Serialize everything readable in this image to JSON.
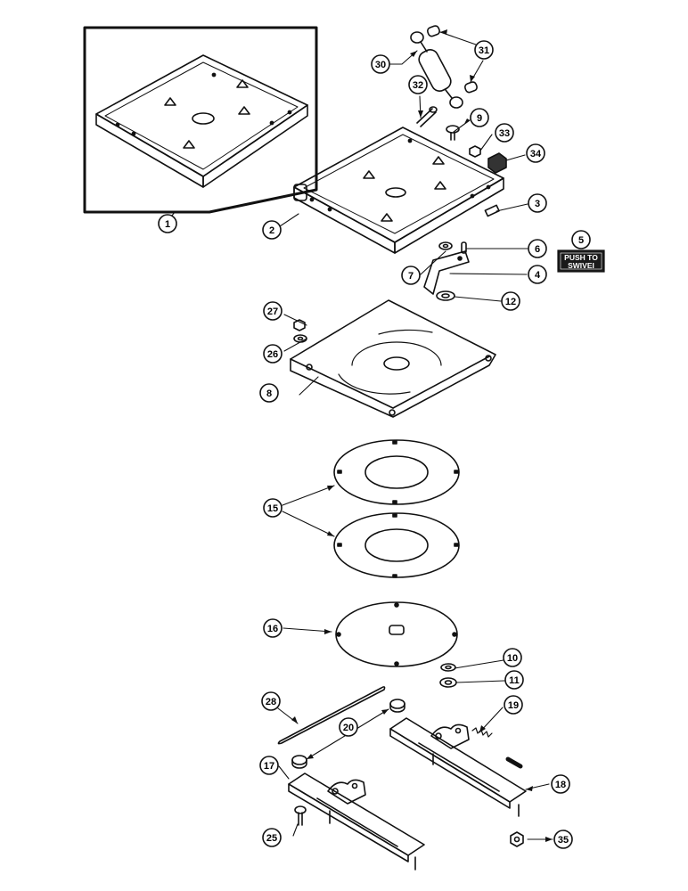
{
  "figure": {
    "kind": "exploded-parts-diagram",
    "subject": "seat swivel assembly"
  },
  "callouts": [
    {
      "id": "c1",
      "number": "1"
    },
    {
      "id": "c2",
      "number": "2"
    },
    {
      "id": "c3",
      "number": "3"
    },
    {
      "id": "c4",
      "number": "4"
    },
    {
      "id": "c5",
      "number": "5"
    },
    {
      "id": "c6",
      "number": "6"
    },
    {
      "id": "c7",
      "number": "7"
    },
    {
      "id": "c8",
      "number": "8"
    },
    {
      "id": "c9",
      "number": "9"
    },
    {
      "id": "c10",
      "number": "10"
    },
    {
      "id": "c11",
      "number": "11"
    },
    {
      "id": "c12",
      "number": "12"
    },
    {
      "id": "c15",
      "number": "15"
    },
    {
      "id": "c16",
      "number": "16"
    },
    {
      "id": "c17",
      "number": "17"
    },
    {
      "id": "c18",
      "number": "18"
    },
    {
      "id": "c19",
      "number": "19"
    },
    {
      "id": "c20",
      "number": "20"
    },
    {
      "id": "c25",
      "number": "25"
    },
    {
      "id": "c26",
      "number": "26"
    },
    {
      "id": "c27",
      "number": "27"
    },
    {
      "id": "c28",
      "number": "28"
    },
    {
      "id": "c30",
      "number": "30"
    },
    {
      "id": "c31",
      "number": "31"
    },
    {
      "id": "c32",
      "number": "32"
    },
    {
      "id": "c33",
      "number": "33"
    },
    {
      "id": "c34",
      "number": "34"
    },
    {
      "id": "c35",
      "number": "35"
    }
  ],
  "decal": {
    "line1": "PUSH TO",
    "line2": "SWIVEI"
  },
  "colors": {
    "ink": "#111111",
    "paper": "#ffffff",
    "decal_bg": "#1a1a1a"
  }
}
